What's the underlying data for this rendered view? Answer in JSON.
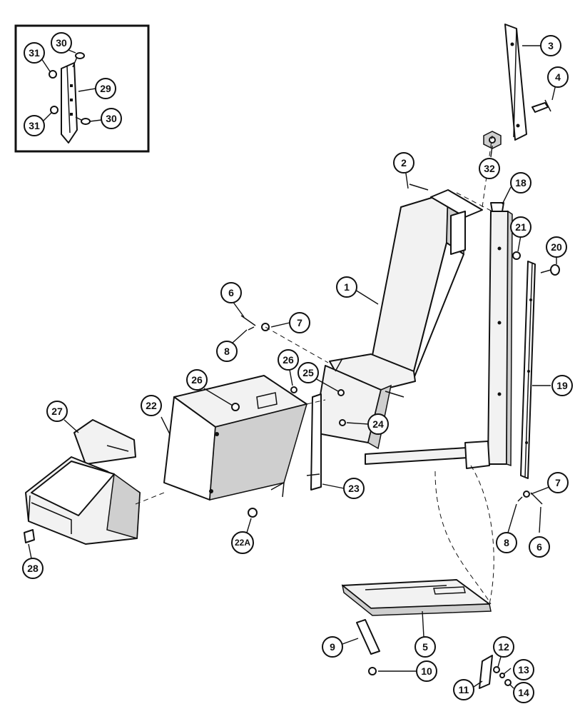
{
  "colors": {
    "ink": "#111111",
    "paper": "#ffffff",
    "shade": "#cfcfcf"
  },
  "callouts": {
    "c1": "1",
    "c2": "2",
    "c3": "3",
    "c4": "4",
    "c5": "5",
    "c6a": "6",
    "c6b": "6",
    "c7a": "7",
    "c7b": "7",
    "c8a": "8",
    "c8b": "8",
    "c9": "9",
    "c10": "10",
    "c11": "11",
    "c12": "12",
    "c13": "13",
    "c14": "14",
    "c18": "18",
    "c19": "19",
    "c20": "20",
    "c21": "21",
    "c22": "22",
    "c22a": "22A",
    "c23": "23",
    "c24": "24",
    "c25": "25",
    "c26a": "26",
    "c26b": "26",
    "c27": "27",
    "c28": "28",
    "c29": "29",
    "c30a": "30",
    "c30b": "30",
    "c31a": "31",
    "c31b": "31",
    "c32": "32"
  }
}
